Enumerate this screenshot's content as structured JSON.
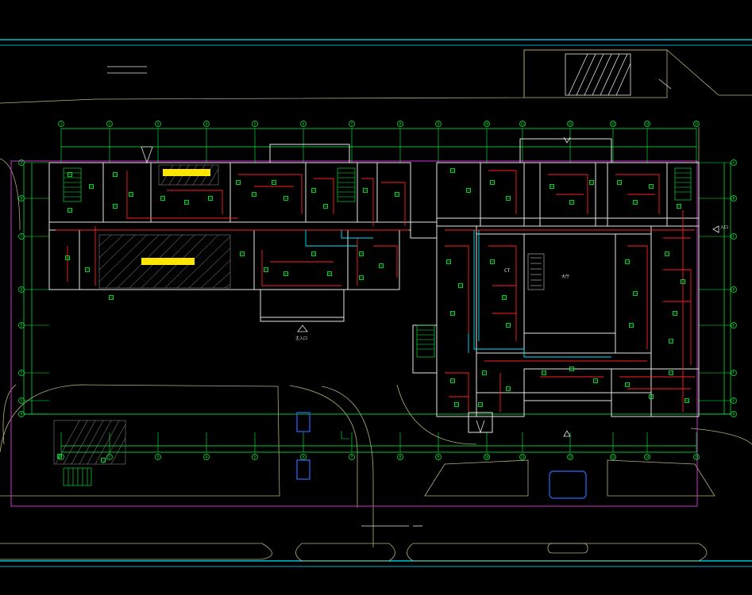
{
  "drawing": {
    "title_bar_text": "",
    "scale_note_text": "",
    "colors": {
      "background": "#000000",
      "cyan": "#00e5ff",
      "green": "#00ff3a",
      "red": "#ff2020",
      "magenta": "#cc33cc",
      "white": "#e6e6e6",
      "olive": "#b8b07a",
      "yellow": "#ffe600",
      "blue": "#2a6bff",
      "gray": "#9a9a9a"
    }
  },
  "grid": {
    "column_labels": [
      "1",
      "2",
      "3",
      "4",
      "5",
      "6",
      "7",
      "8",
      "9",
      "10",
      "11",
      "12",
      "13",
      "14",
      "15"
    ],
    "row_labels": [
      "A",
      "B",
      "C",
      "D",
      "E",
      "F",
      "G",
      "H"
    ]
  },
  "rooms": [
    {
      "id": "ct",
      "label": "CT"
    },
    {
      "id": "hall",
      "label": "大厅"
    },
    {
      "id": "entrance-main",
      "label": "主入口"
    },
    {
      "id": "entrance-east",
      "label": "入口"
    }
  ],
  "icons": {
    "north_arrow": "north-arrow-icon",
    "entrance_arrow": "entrance-arrow-icon"
  }
}
